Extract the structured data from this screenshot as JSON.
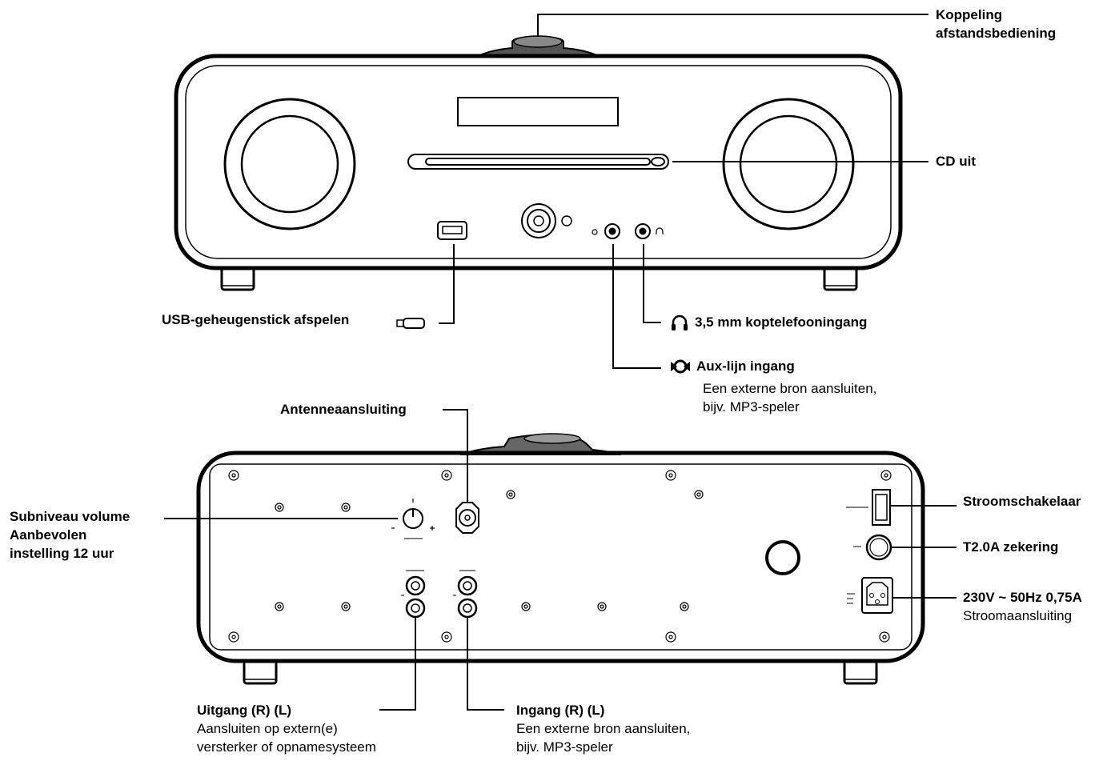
{
  "front": {
    "pairing": {
      "line1": "Koppeling",
      "line2": "afstandsbediening"
    },
    "cd_eject": "CD uit",
    "usb": "USB-geheugenstick afspelen",
    "headphone": "3,5 mm koptelefooningang",
    "aux": {
      "title": "Aux-lijn ingang",
      "line1": "Een externe bron aansluiten,",
      "line2": "bijv. MP3-speler"
    }
  },
  "rear": {
    "antenna": "Antenneaansluiting",
    "sub_volume": {
      "line1": "Subniveau volume",
      "line2": "Aanbevolen",
      "line3": "instelling 12 uur"
    },
    "power_switch": "Stroomschakelaar",
    "fuse": "T2.0A zekering",
    "power": {
      "title": "230V ~ 50Hz 0,75A",
      "subtitle": "Stroomaansluiting"
    },
    "output": {
      "title": "Uitgang (R) (L)",
      "line1": "Aansluiten op extern(e)",
      "line2": "versterker of opnamesysteem"
    },
    "input": {
      "title": "Ingang (R) (L)",
      "line1": "Een externe bron aansluiten,",
      "line2": "bijv. MP3-speler"
    }
  }
}
